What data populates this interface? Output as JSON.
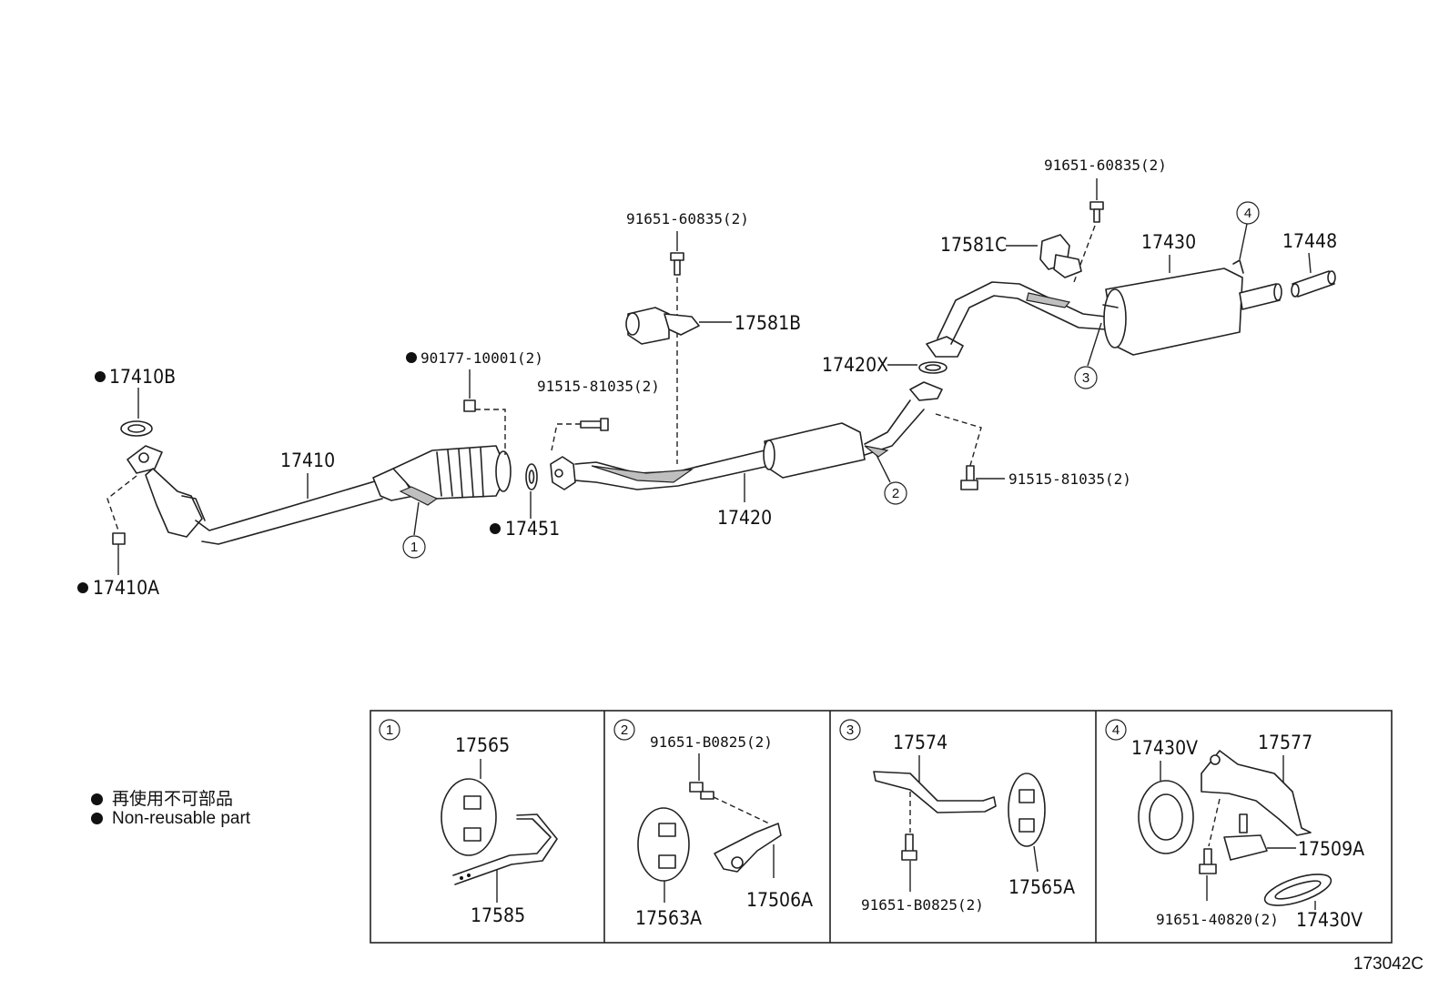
{
  "parts": {
    "p17410B": "17410B",
    "p17410A": "17410A",
    "p17410": "17410",
    "p90177": "90177-10001(2)",
    "p17451": "17451",
    "p91515_left": "91515-81035(2)",
    "p91651_mid": "91651-60835(2)",
    "p17581B": "17581B",
    "p17420": "17420",
    "p17420X": "17420X",
    "p91515_right": "91515-81035(2)",
    "p91651_top": "91651-60835(2)",
    "p17581C": "17581C",
    "p17430": "17430",
    "p17448": "17448"
  },
  "callouts": {
    "c1": "1",
    "c2": "2",
    "c3": "3",
    "c4": "4"
  },
  "details": {
    "d1": {
      "num": "1",
      "a": "17565",
      "b": "17585"
    },
    "d2": {
      "num": "2",
      "a": "91651-B0825(2)",
      "b": "17563A",
      "c": "17506A"
    },
    "d3": {
      "num": "3",
      "a": "17574",
      "b": "91651-B0825(2)",
      "c": "17565A"
    },
    "d4": {
      "num": "4",
      "a": "17430V",
      "b": "17577",
      "c": "17509A",
      "d": "91651-40820(2)",
      "e": "17430V"
    }
  },
  "legend": {
    "line1": "再使用不可部品",
    "line2": "Non-reusable part"
  },
  "figure_id": "173042C",
  "colors": {
    "ink": "#111111",
    "shade": "#bfbfbf",
    "bg": "#ffffff"
  }
}
